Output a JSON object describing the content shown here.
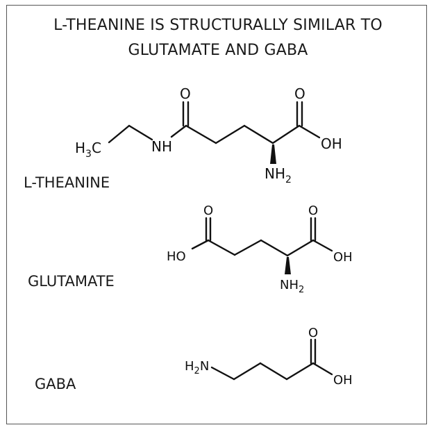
{
  "title": {
    "line1": "L-THEANINE IS STRUCTURALLY SIMILAR TO",
    "line2": "GLUTAMATE AND GABA"
  },
  "molecules": {
    "theanine": {
      "name": "L-THEANINE",
      "atoms": {
        "h3c_main": "H",
        "h3c_sub": "3",
        "h3c_c": "C",
        "nh": "NH",
        "o_amide": "O",
        "o_acid": "O",
        "oh": "OH",
        "nh2_main": "NH",
        "nh2_sub": "2"
      }
    },
    "glutamate": {
      "name": "GLUTAMATE",
      "atoms": {
        "ho": "HO",
        "o_left": "O",
        "o_right": "O",
        "oh": "OH",
        "nh2_main": "NH",
        "nh2_sub": "2"
      }
    },
    "gaba": {
      "name": "GABA",
      "atoms": {
        "h2n_h": "H",
        "h2n_sub": "2",
        "h2n_n": "N",
        "o_acid": "O",
        "oh": "OH"
      }
    }
  }
}
